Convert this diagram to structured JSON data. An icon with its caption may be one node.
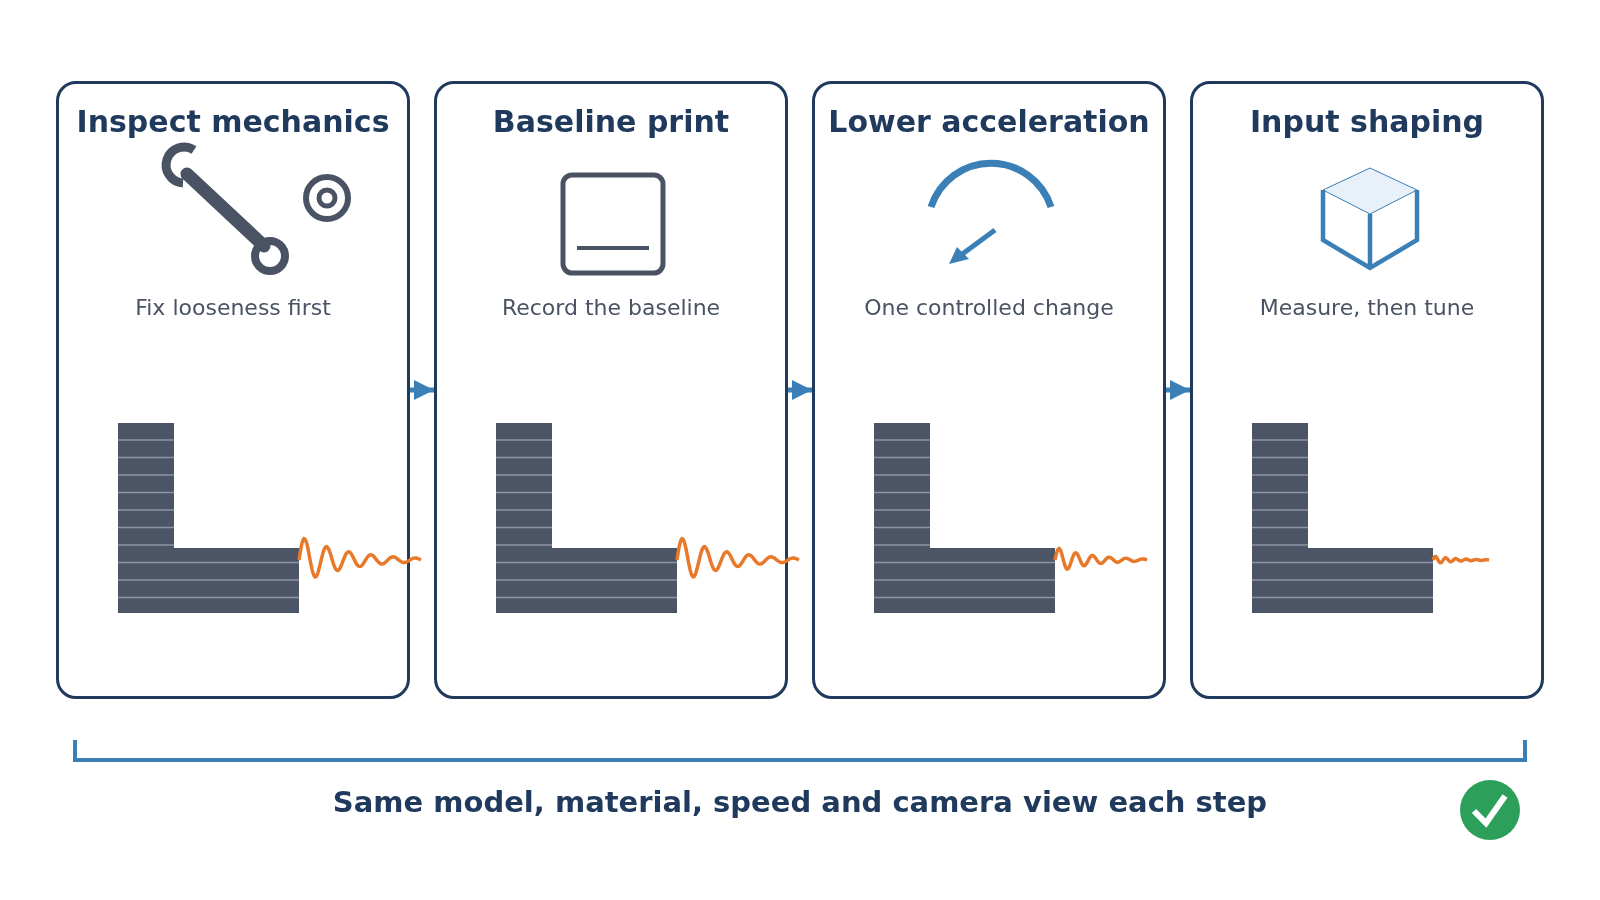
{
  "diagram": {
    "nodes": [
      {
        "text": [
          "Inspect mechanics",
          "Fix looseness first"
        ]
      },
      {
        "text": [
          "Baseline print",
          "Record the baseline"
        ]
      },
      {
        "text": [
          "Lower acceleration",
          "One controlled change"
        ]
      },
      {
        "text": [
          "Input shaping",
          "Measure, then tune"
        ]
      }
    ],
    "edges": [
      {
        "from": 0,
        "to": 1,
        "arrow": "to"
      },
      {
        "from": 1,
        "to": 2,
        "arrow": "to"
      },
      {
        "from": 2,
        "to": 3,
        "arrow": "to"
      }
    ],
    "labels": [
      "Same model, material, speed and camera view each step"
    ]
  }
}
